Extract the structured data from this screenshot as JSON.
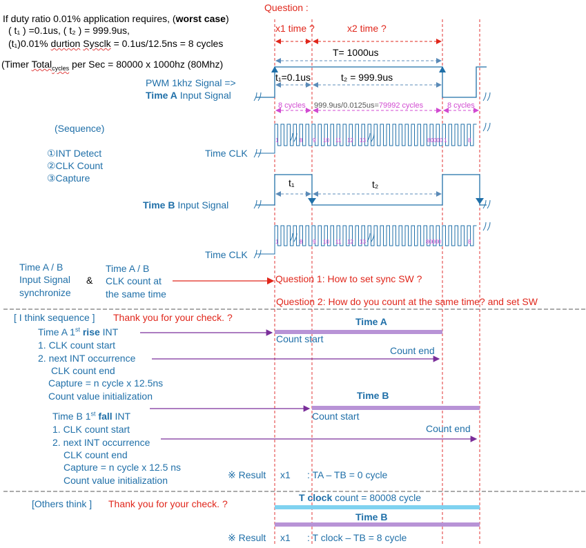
{
  "header": {
    "line1_a": "If duty ratio 0.01% application requires, (",
    "line1_b": "worst case",
    "line1_c": ")",
    "line2": "( t₁ ) =0.1us, ( t₂ ) = 999.9us,",
    "line3_a": "(t₁)0.01% ",
    "line3_b": "durtion",
    "line3_c": " ",
    "line3_d": "Sysclk",
    "line3_e": " = 0.1us/12.5ns  = 8 cycles",
    "line4_a": "(Timer ",
    "line4_b": "Total",
    "line4_sub": "cycles",
    "line4_c": " per Sec = 80000 x 1000hz (80Mhz)"
  },
  "question_header": "Question :",
  "x1_time": "x1 time ?",
  "x2_time": "x2 time ?",
  "period_label": "T= 1000us",
  "t1_label": "t₁=0.1us",
  "t2_label": "t₂ = 999.9us",
  "cycles8_left": "8 cycles",
  "cycles_mid": "999.9us/0.0125us=",
  "cycles_mid_val": "79992 cycles",
  "cycles8_right": "8 cycles",
  "pwm_label": "PWM 1khz Signal =>",
  "time_a_word": "Time A",
  "input_signal_word": " Input Signal",
  "time_b_word": "Time B",
  "sequence_title": "(Sequence)",
  "seq_items": [
    "①INT  Detect",
    "②CLK Count",
    "③Capture"
  ],
  "time_clk": "Time CLK",
  "clk_counts": [
    "1",
    "8",
    "9",
    "10",
    "11",
    "12",
    "13",
    "80000",
    "1",
    "8"
  ],
  "t1_short": "t₁",
  "t2_short": "t₂",
  "sync_left": [
    "Time A / B",
    "Input Signal",
    "synchronize"
  ],
  "ampersand": "&",
  "sync_right": [
    "Time A / B",
    "CLK count at",
    "the same time"
  ],
  "question1": "Question 1:  How to set sync SW ?",
  "question2": "Question 2: How do you count at the same time? and set SW",
  "think_label": "[ I think sequence ]",
  "thanks": "Thank you for your check. ?",
  "ta_block": {
    "title_a": "Time A  1",
    "title_sup": "st",
    "title_bold": " rise",
    "title_c": "  INT",
    "lines": [
      "1. CLK count start",
      "2. next INT occurrence",
      "CLK count end",
      "Capture = n cycle x 12.5ns",
      "Count value initialization"
    ]
  },
  "tb_block": {
    "title_a": "Time B  1",
    "title_sup": "st",
    "title_bold": " fall",
    "title_c": "  INT",
    "lines": [
      "1. CLK count start",
      "2. next INT occurrence",
      "CLK count end",
      "Capture = n cycle x 12.5 ns",
      "Count value initialization"
    ]
  },
  "count_start": "Count start",
  "count_end": "Count end",
  "result_prefix": "※ Result",
  "result_x1": "x1",
  "result1": ": TA – TB = 0 cycle",
  "others_label": "[Others think ]",
  "tclock_bold": "T clock",
  "tclock_rest": "  count = 80008  cycle",
  "result2": ": T clock – TB = 8 cycle",
  "colors": {
    "blue": "#1f6fa8",
    "red": "#e0261b",
    "magenta": "#d14ad1",
    "purple_bar": "#b893d6",
    "cyan_bar": "#7fd2f0",
    "arrow_purple": "#7a2e9a",
    "dashed_red": "#e03030",
    "dashed_blue": "#5b8bb8"
  }
}
